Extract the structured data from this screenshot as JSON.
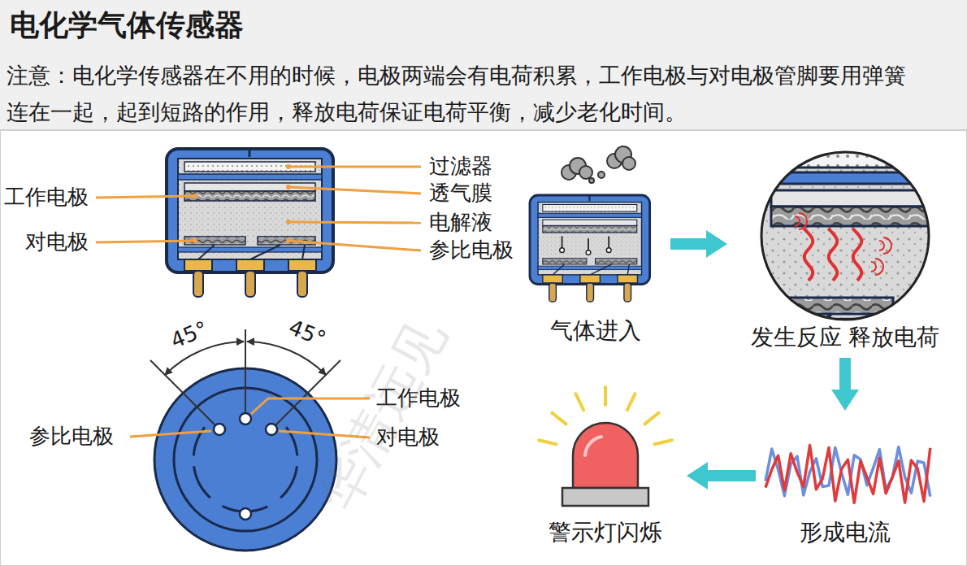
{
  "diagram": {
    "title": "电化学气体传感器",
    "nodes": [
      {
        "text": [
          "气体进入"
        ]
      },
      {
        "text": [
          "发生反应 释放电荷"
        ]
      },
      {
        "text": [
          "形成电流"
        ]
      },
      {
        "text": [
          "警示灯闪烁"
        ]
      }
    ],
    "edges": [
      {
        "from": 0,
        "to": 1,
        "arrow": "to"
      },
      {
        "from": 1,
        "to": 2,
        "arrow": "to"
      },
      {
        "from": 2,
        "to": 3,
        "arrow": "to"
      }
    ],
    "labels": [
      "注意：电化学传感器在不用的时候，电极两端会有电荷积累，工作电极与对电极管脚要用弹簧连在一起，起到短路的作用，释放电荷保证电荷平衡，减少老化时间。",
      "工作电极",
      "对电极",
      "过滤器",
      "透气膜",
      "电解液",
      "参比电极",
      "45°",
      "45°",
      "参比电极",
      "工作电极",
      "对电极",
      "华清远见"
    ]
  }
}
